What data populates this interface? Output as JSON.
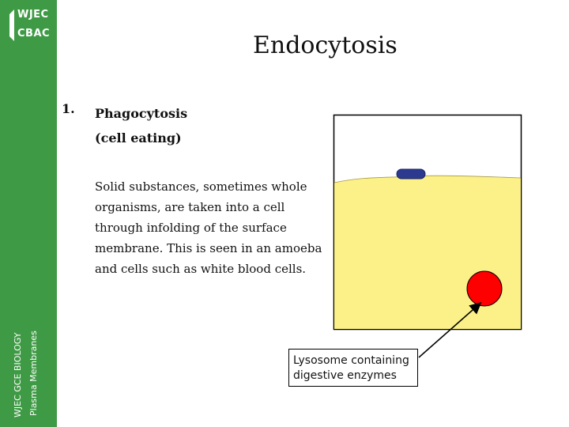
{
  "sidebar": {
    "logo_line1": "WJEC",
    "logo_line2": "CBAC",
    "course": "WJEC GCE BIOLOGY",
    "topic": "Plasma Membranes",
    "color": "#3f9a45"
  },
  "slide": {
    "title": "Endocytosis",
    "item_number": "1.",
    "item_heading_line1": "Phagocytosis",
    "item_heading_line2": "(cell eating)",
    "body_lines": [
      "Solid substances, sometimes whole",
      "organisms, are taken into a cell",
      "through infolding of the surface",
      "membrane. This is seen in an amoeba",
      "and cells such as white blood cells."
    ]
  },
  "diagram": {
    "label_line1": "Lysosome containing",
    "label_line2": "digestive enzymes",
    "colors": {
      "cytoplasm": "#fbf188",
      "lysosome": "#ff0000",
      "particle": "#2b3a8f",
      "frame": "#000000"
    }
  }
}
